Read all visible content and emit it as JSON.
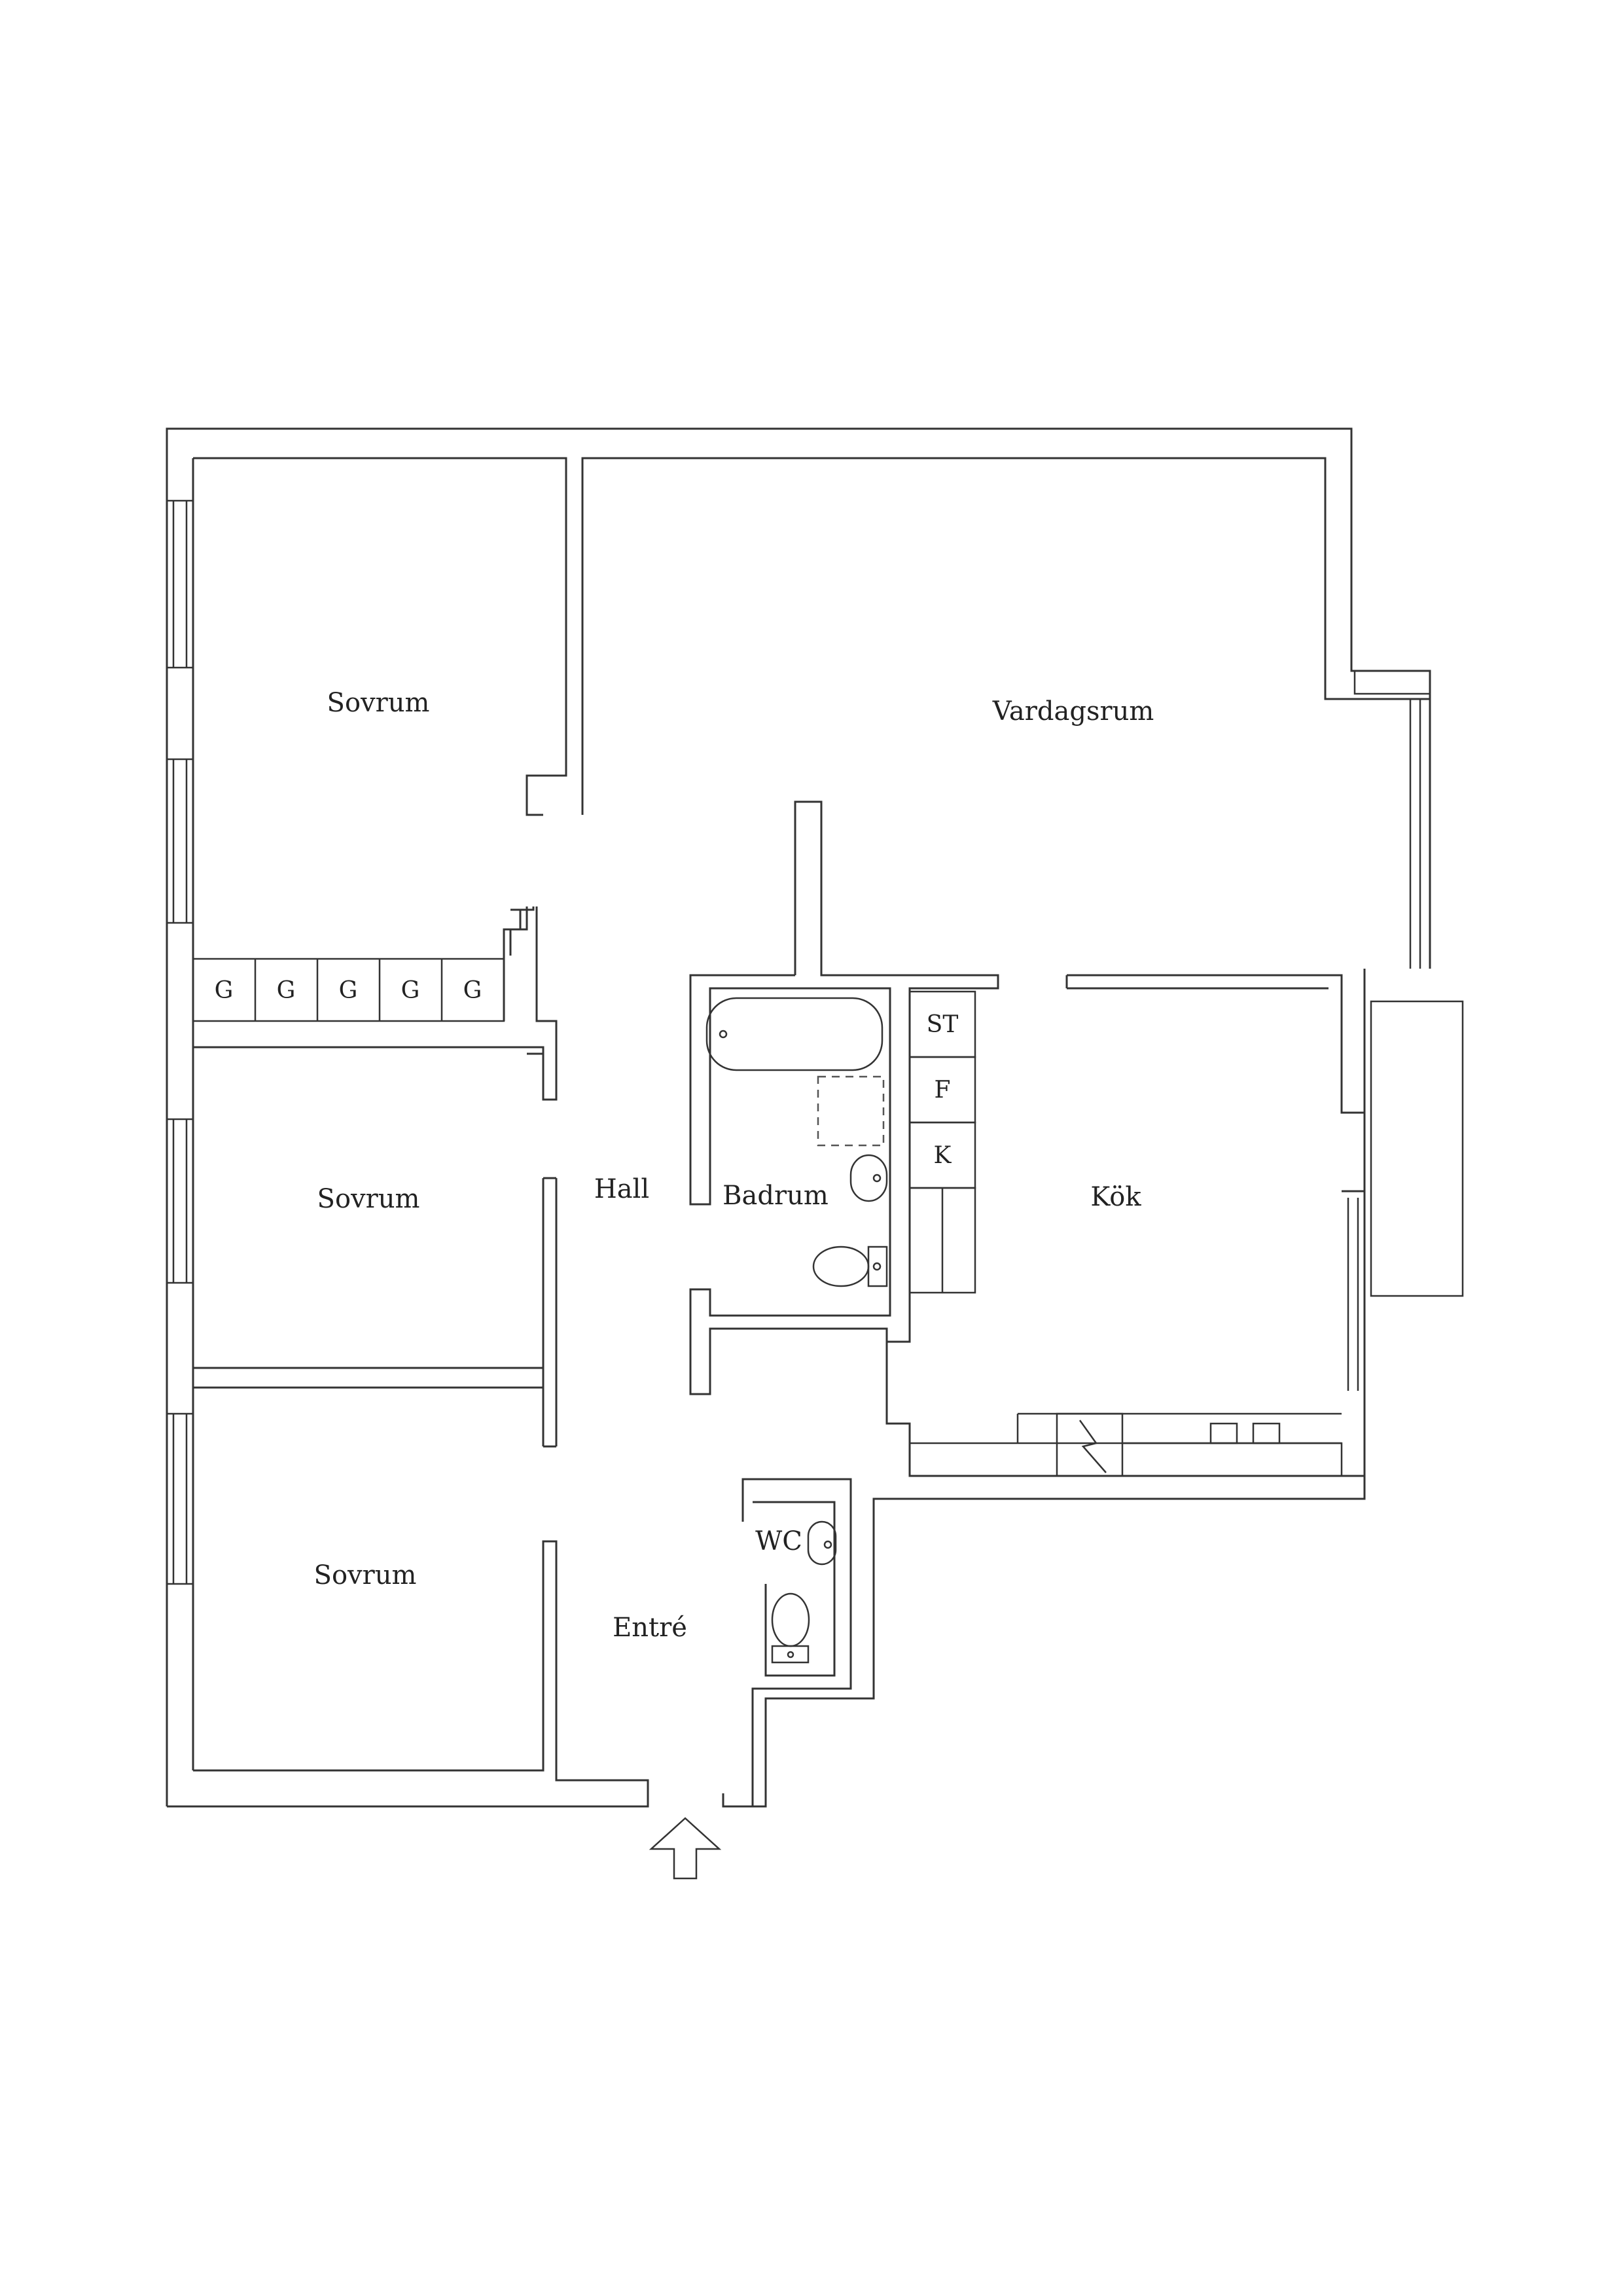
{
  "rooms": {
    "sovrum_top": "Sovrum",
    "sovrum_mid": "Sovrum",
    "sovrum_bottom": "Sovrum",
    "vardagsrum": "Vardagsrum",
    "hall": "Hall",
    "badrum": "Badrum",
    "kok": "Kök",
    "entre": "Entré",
    "wc": "WC"
  },
  "closets": [
    "G",
    "G",
    "G",
    "G",
    "G"
  ],
  "kitchen_units": [
    "ST",
    "F",
    "K"
  ],
  "colors": {
    "line": "#333333",
    "background": "#ffffff",
    "text": "#222222"
  }
}
